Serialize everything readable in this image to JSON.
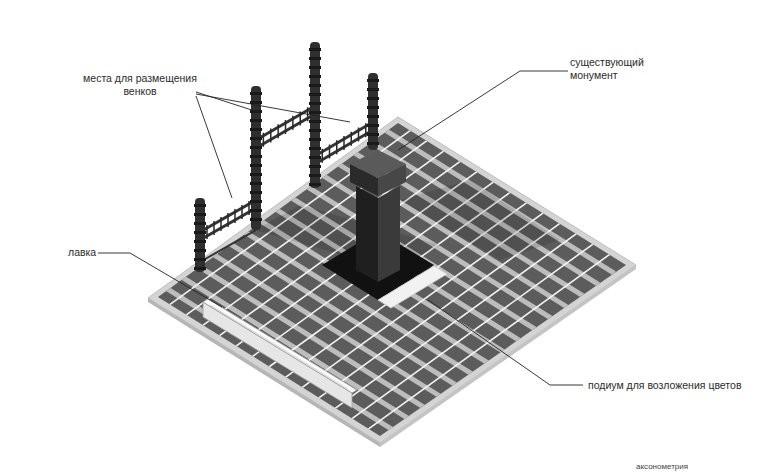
{
  "diagram": {
    "labels": [
      "места для размещения венков",
      "существующий монумент",
      "лавка",
      "подиум для возложения цветов",
      "аксонометрия"
    ]
  }
}
